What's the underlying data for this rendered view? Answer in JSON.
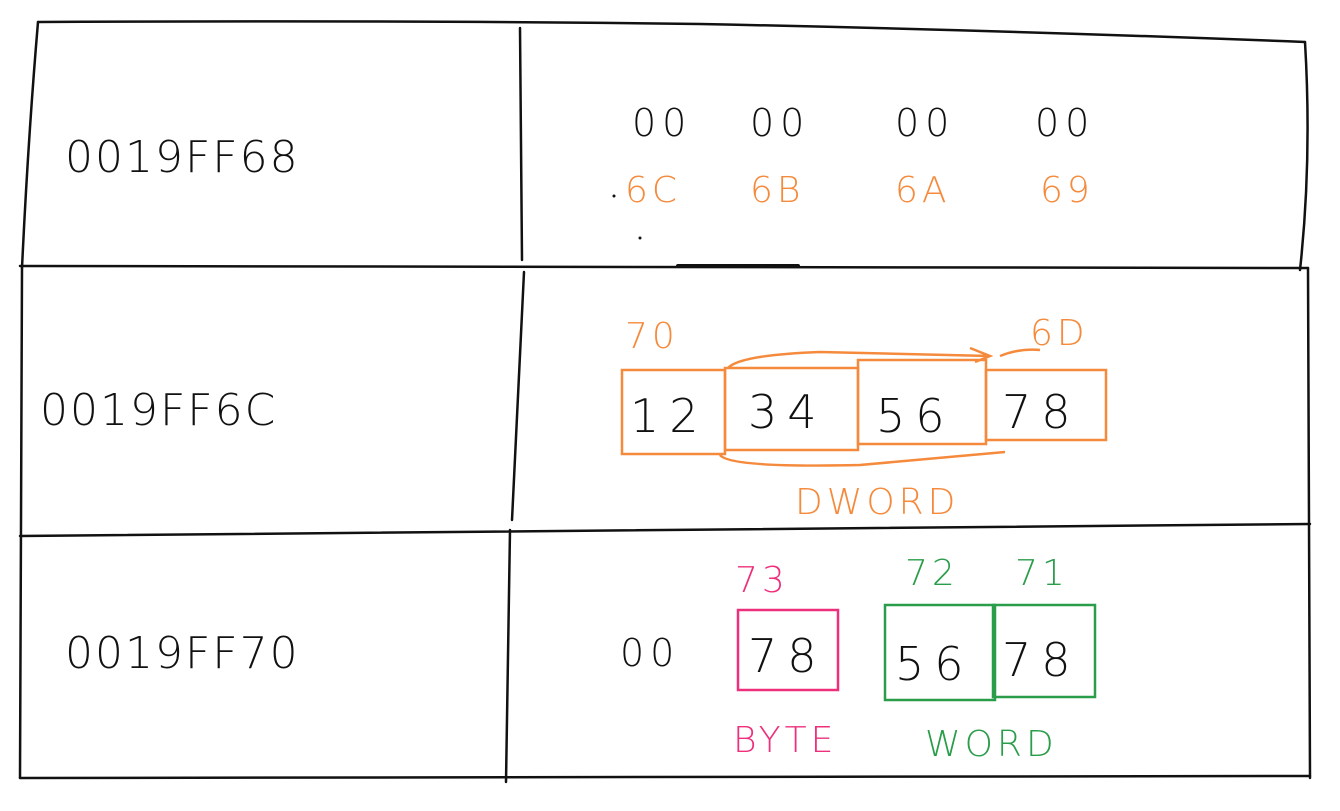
{
  "colors": {
    "ink": "#111111",
    "orange": "#f58a3c",
    "pink": "#ee2f7c",
    "green": "#2a9d4a"
  },
  "rows": [
    {
      "address": "0019FF68",
      "bytes": [
        "00",
        "00",
        "00",
        "00"
      ],
      "byte_addresses": [
        "6C",
        "6B",
        "6A",
        "69"
      ]
    },
    {
      "address": "0019FF6C",
      "bytes": [
        "12",
        "34",
        "56",
        "78"
      ],
      "start_label": "70",
      "end_label": "6D",
      "group_label": "DWORD"
    },
    {
      "address": "0019FF70",
      "bytes": [
        "00",
        "78",
        "56",
        "78"
      ],
      "byte_label_addr": "73",
      "byte_label": "BYTE",
      "word_label_addrs": [
        "72",
        "71"
      ],
      "word_label": "WORD"
    }
  ]
}
